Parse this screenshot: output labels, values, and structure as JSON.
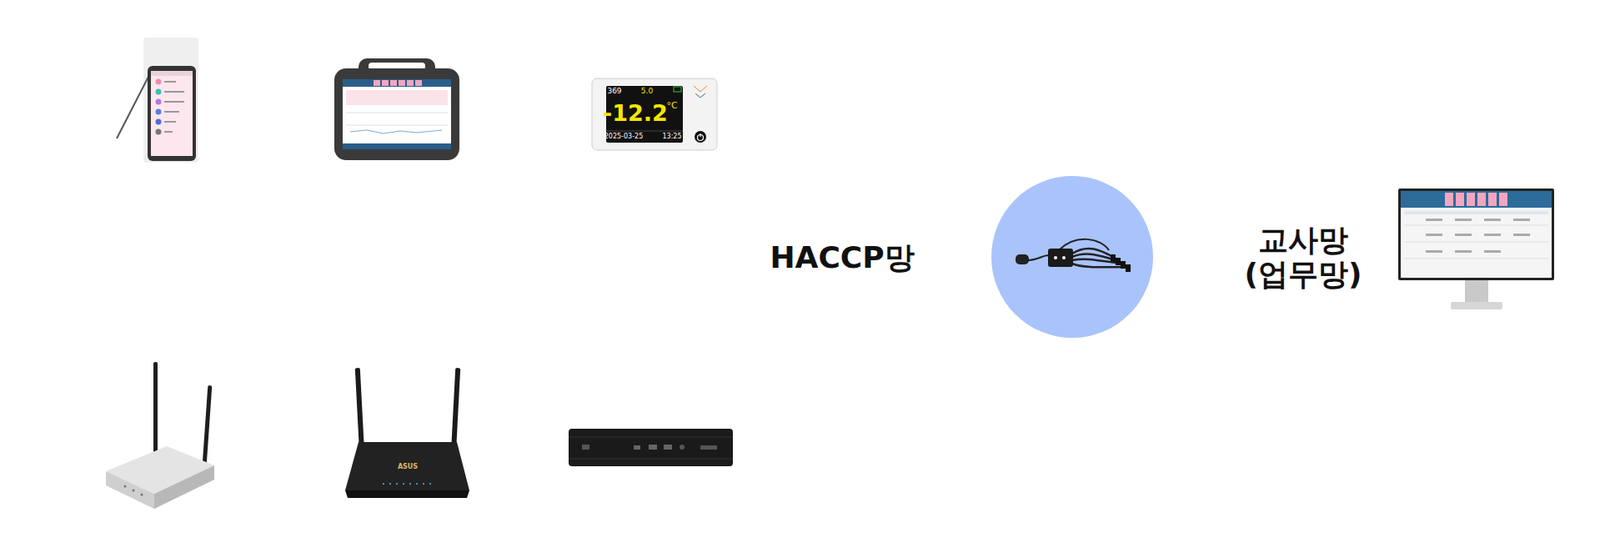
{
  "diagram": {
    "labels": [
      "HACCP망",
      "교사망 (업무망)",
      "369",
      "5.0",
      "-12.2",
      "°C",
      "2025-03-25",
      "13:25",
      "ASUS"
    ]
  }
}
